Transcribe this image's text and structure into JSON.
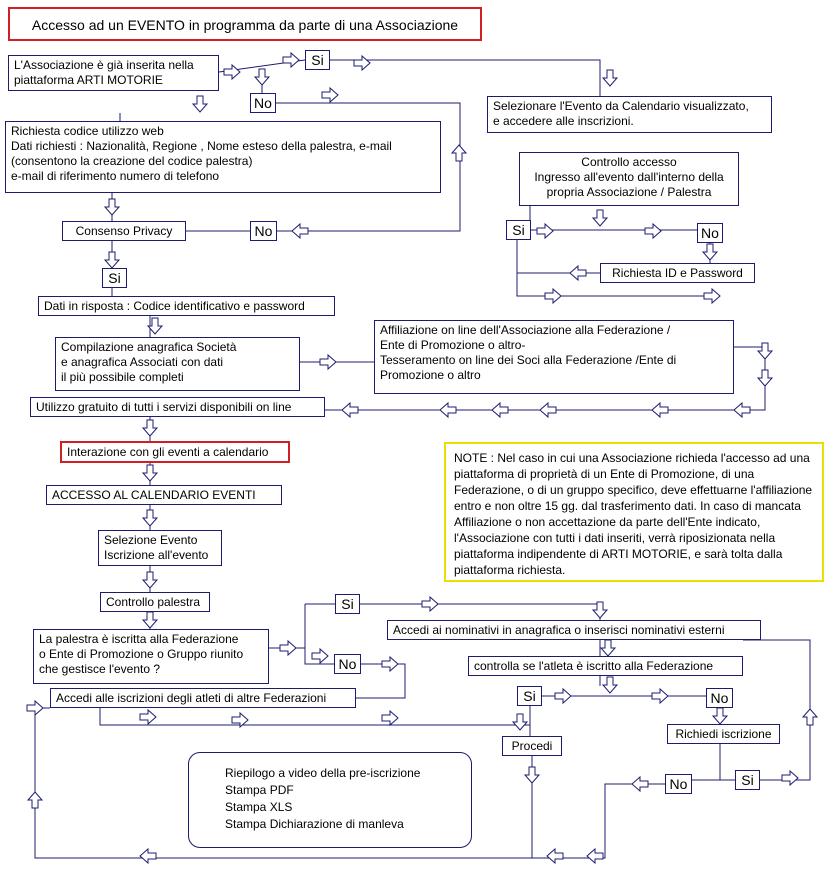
{
  "title": "Accesso ad un EVENTO in programma da parte di una Associazione",
  "boxes": {
    "already_registered": [
      "L'Associazione è già inserita nella",
      "piattaforma ARTI MOTORIE"
    ],
    "select_event": [
      "Selezionare l'Evento da Calendario visualizzato,",
      "e accedere alle inscrizioni."
    ],
    "access_control": [
      "Controllo accesso",
      "Ingresso all'evento dall'interno della",
      "propria Associazione / Palestra"
    ],
    "request_code": [
      "Richiesta codice utilizzo web",
      "Dati richiesti : Nazionalità, Regione , Nome esteso della palestra, e-mail",
      "(consentono la creazione del codice palestra)",
      "e-mail di riferimento  numero di telefono"
    ],
    "privacy": "Consenso Privacy",
    "request_id": "Richiesta ID e Password",
    "response_data": "Dati in risposta : Codice identificativo e password",
    "affiliation": [
      "Affiliazione on line dell'Associazione alla Federazione /",
      "Ente di Promozione o altro-",
      "Tesseramento on line dei Soci alla Federazione /Ente di",
      "Promozione o altro"
    ],
    "compile": [
      "Compilazione anagrafica Società",
      "e anagrafica Associati con dati",
      "il più possibile completi"
    ],
    "free_use": "Utilizzo gratuito di tutti i servizi disponibili on line",
    "interaction": "Interazione con gli eventi a calendario",
    "calendar_access": "ACCESSO AL CALENDARIO EVENTI",
    "event_selection": [
      "Selezione Evento",
      "Iscrizione all'evento"
    ],
    "gym_check": "Controllo palestra",
    "gym_question": [
      "La palestra è iscritta alla Federazione",
      "o Ente di Promozione  o Gruppo riunito",
      "che gestisce l'evento ?"
    ],
    "access_names": "Accedi ai nominativi in anagrafica o inserisci nominativi esterni",
    "check_athlete": "controlla se l'atleta è iscritto alla Federazione",
    "other_federations": "Accedi alle iscrizioni degli atleti di altre Federazioni",
    "proceed": "Procedi",
    "request_enrollment": "Richiedi iscrizione",
    "summary": [
      "Riepilogo a video della pre-iscrizione",
      "Stampa PDF",
      "Stampa XLS",
      "Stampa Dichiarazione di manleva"
    ]
  },
  "labels": {
    "yes": "Si",
    "no": "No"
  },
  "note": "NOTE : Nel caso in cui una Associazione richieda l'accesso ad una piattaforma di proprietà di un Ente di Promozione,  di una Federazione, o di un gruppo specifico, deve effettuarne l'affiliazione entro e non oltre 15 gg. dal trasferimento dati. In caso di mancata Affiliazione o non accettazione da parte dell'Ente  indicato, l'Associazione con tutti i dati inseriti, verrà riposizionata nella piattaforma indipendente di ARTI MOTORIE, e sarà tolta dalla piattaforma richiesta.",
  "colors": {
    "border": "#1c1c6e",
    "title_border": "#d02020",
    "note_border": "#e8e000",
    "line": "#1c1c6e"
  }
}
